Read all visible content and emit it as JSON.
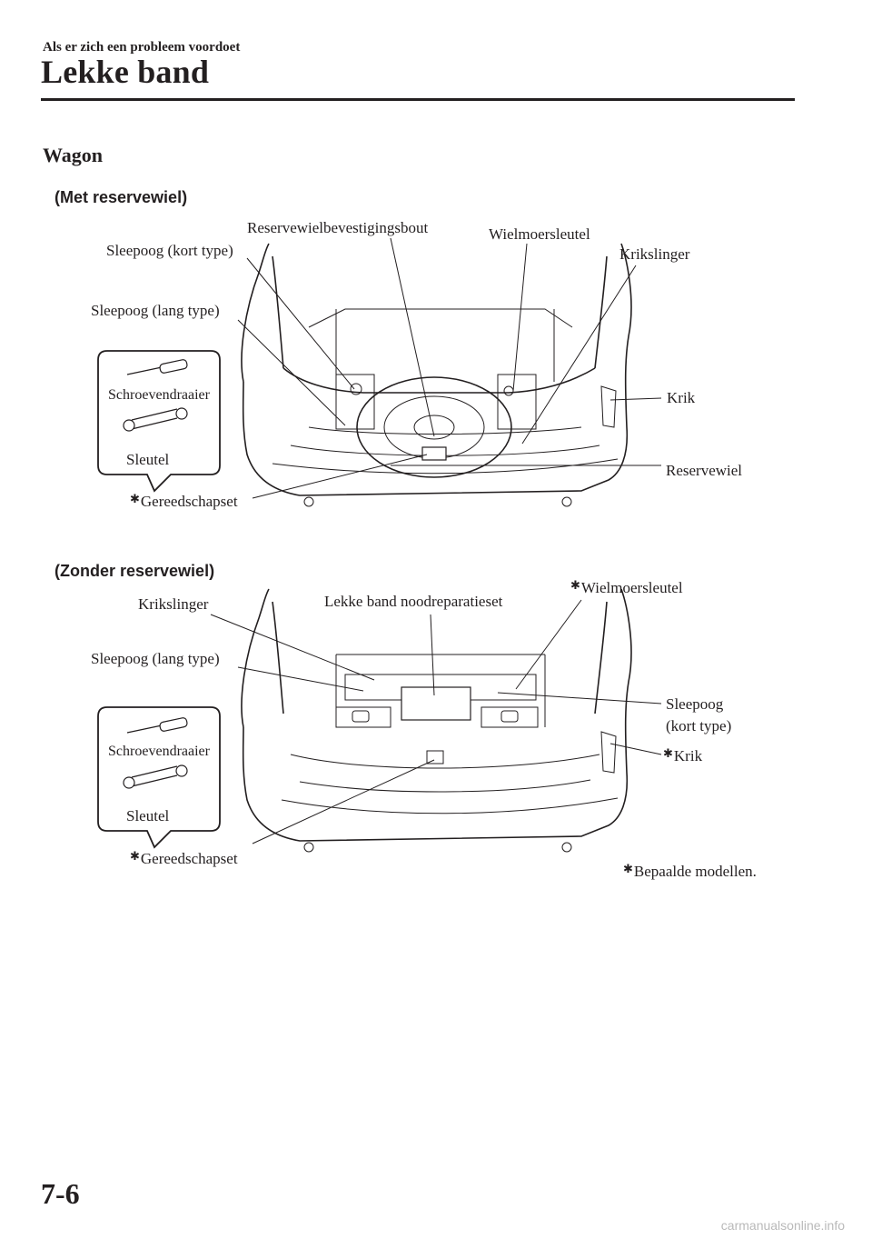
{
  "header": {
    "section": "Als er zich een probleem voordoet",
    "title": "Lekke band"
  },
  "subsection": "Wagon",
  "figure1": {
    "heading": "(Met reservewiel)",
    "labels": {
      "reservewielbevestigingsbout": "Reservewielbevestigingsbout",
      "wielmoersleutel": "Wielmoersleutel",
      "sleepoog_kort": "Sleepoog (kort type)",
      "krikslinger": "Krikslinger",
      "sleepoog_lang": "Sleepoog (lang type)",
      "krik": "Krik",
      "reservewiel": "Reservewiel",
      "gereedschapset": "Gereedschapset",
      "schroevendraaier": "Schroevendraaier",
      "sleutel": "Sleutel"
    }
  },
  "figure2": {
    "heading": "(Zonder reservewiel)",
    "labels": {
      "wielmoersleutel": "Wielmoersleutel",
      "krikslinger": "Krikslinger",
      "noodreparatieset": "Lekke band noodreparatieset",
      "sleepoog_lang": "Sleepoog (lang type)",
      "sleepoog_kort_1": "Sleepoog",
      "sleepoog_kort_2": "(kort type)",
      "krik": "Krik",
      "gereedschapset": "Gereedschapset",
      "schroevendraaier": "Schroevendraaier",
      "sleutel": "Sleutel"
    }
  },
  "footnote": "Bepaalde modellen.",
  "star_glyph": "✱",
  "page_number": "7-6",
  "watermark": "carmanualsonline.info"
}
